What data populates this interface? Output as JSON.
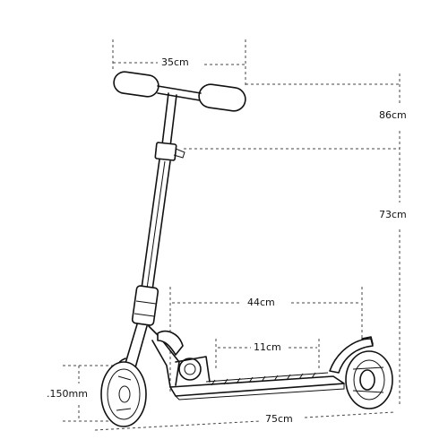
{
  "dimensions": {
    "handlebar_width": "35cm",
    "max_height": "86cm",
    "min_height": "73cm",
    "deck_length": "44cm",
    "deck_width": "11cm",
    "wheel_diameter": ".150mm",
    "overall_length": "75cm"
  }
}
